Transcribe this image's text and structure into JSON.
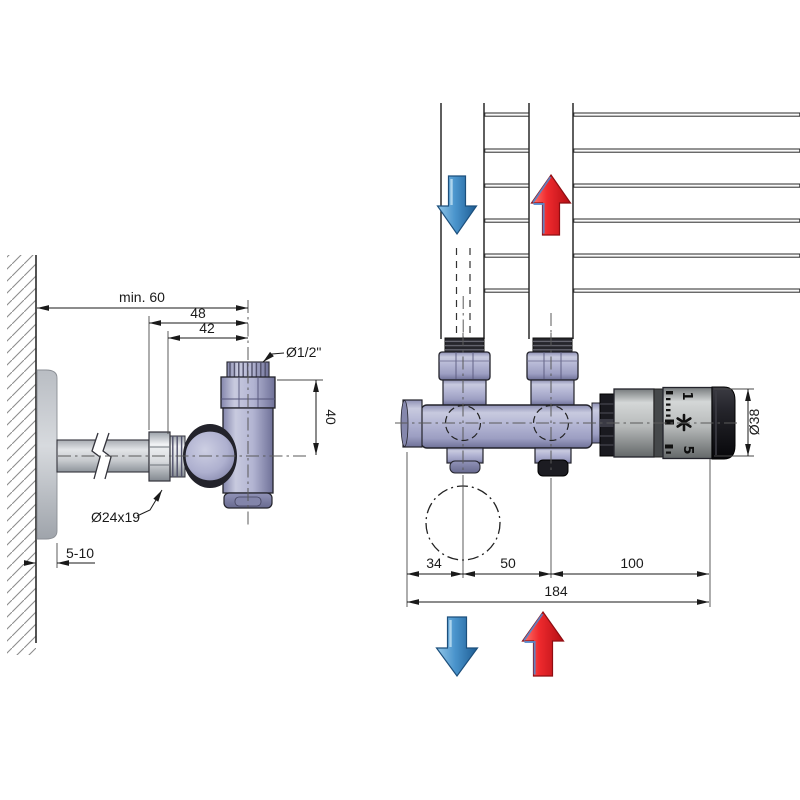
{
  "drawing": {
    "type": "radiator-valve-installation-technical-drawing",
    "colors": {
      "flow_return_blue": "#3d85c4",
      "flow_supply_red": "#e02227",
      "valve_body_lavender": "#b2b4d2",
      "line": "#1d1d24",
      "background": "#ffffff"
    },
    "left_view": {
      "dimensions": {
        "wall_clearance": "min. 60",
        "pipe_inlet_to_axis": "48",
        "thread_to_axis": "42",
        "top_connection_thread": "Ø1/2\"",
        "axis_to_top": "40",
        "compression_fitting": "Ø24x19",
        "rosette_gap": "5-10"
      }
    },
    "right_view": {
      "dimensions": {
        "left_end_to_first_axis": "34",
        "axis_spacing": "50",
        "axis_to_head_end": "100",
        "total_length": "184",
        "head_diameter": "Ø38"
      },
      "thermostat_scale": {
        "max": "1",
        "frost": "✱",
        "min": "5"
      }
    }
  }
}
